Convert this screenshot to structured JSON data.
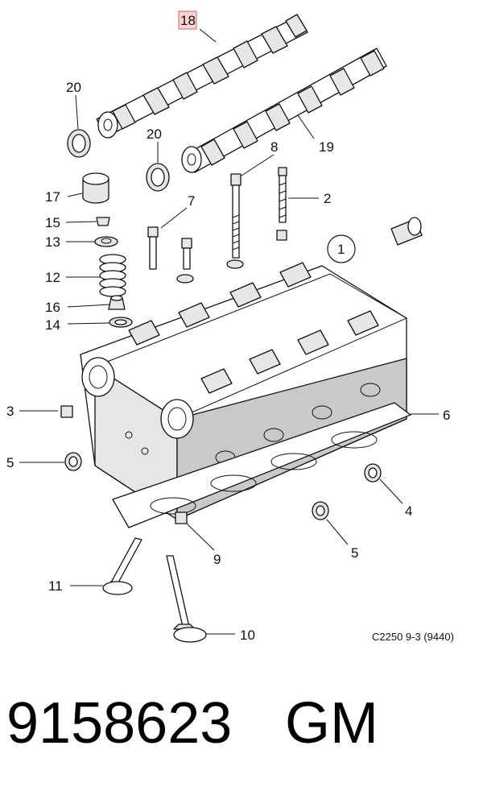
{
  "diagram": {
    "highlight_color": "#fbd3d3",
    "highlight_border": "#e06060",
    "callouts": [
      {
        "id": "c18",
        "label": "18",
        "highlighted": true
      },
      {
        "id": "c20a",
        "label": "20"
      },
      {
        "id": "c20b",
        "label": "20"
      },
      {
        "id": "c19",
        "label": "19"
      },
      {
        "id": "c8",
        "label": "8"
      },
      {
        "id": "c7",
        "label": "7"
      },
      {
        "id": "c2",
        "label": "2"
      },
      {
        "id": "c17",
        "label": "17"
      },
      {
        "id": "c15",
        "label": "15"
      },
      {
        "id": "c13",
        "label": "13"
      },
      {
        "id": "c12",
        "label": "12"
      },
      {
        "id": "c16",
        "label": "16"
      },
      {
        "id": "c14",
        "label": "14"
      },
      {
        "id": "c1",
        "label": "1"
      },
      {
        "id": "c3",
        "label": "3"
      },
      {
        "id": "c5a",
        "label": "5"
      },
      {
        "id": "c6",
        "label": "6"
      },
      {
        "id": "c4",
        "label": "4"
      },
      {
        "id": "c5b",
        "label": "5"
      },
      {
        "id": "c9",
        "label": "9"
      },
      {
        "id": "c11",
        "label": "11"
      },
      {
        "id": "c10",
        "label": "10"
      }
    ],
    "code": "C2250 9-3 (9440)"
  },
  "footer": {
    "part_number": "9158623",
    "brand": "GM"
  }
}
